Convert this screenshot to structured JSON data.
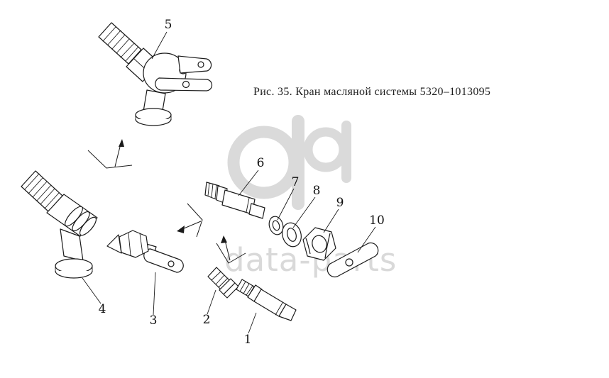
{
  "figure": {
    "caption": "Рис. 35. Кран масляной системы 5320–1013095",
    "parts": [
      {
        "label": "1"
      },
      {
        "label": "2"
      },
      {
        "label": "3"
      },
      {
        "label": "4"
      },
      {
        "label": "5"
      },
      {
        "label": "6"
      },
      {
        "label": "7"
      },
      {
        "label": "8"
      },
      {
        "label": "9"
      },
      {
        "label": "10"
      }
    ]
  },
  "watermark": {
    "text": "data-parts"
  },
  "colors": {
    "line": "#1b1b1b",
    "label": "#101010",
    "watermark": "#d9d9d9",
    "background": "#ffffff"
  }
}
